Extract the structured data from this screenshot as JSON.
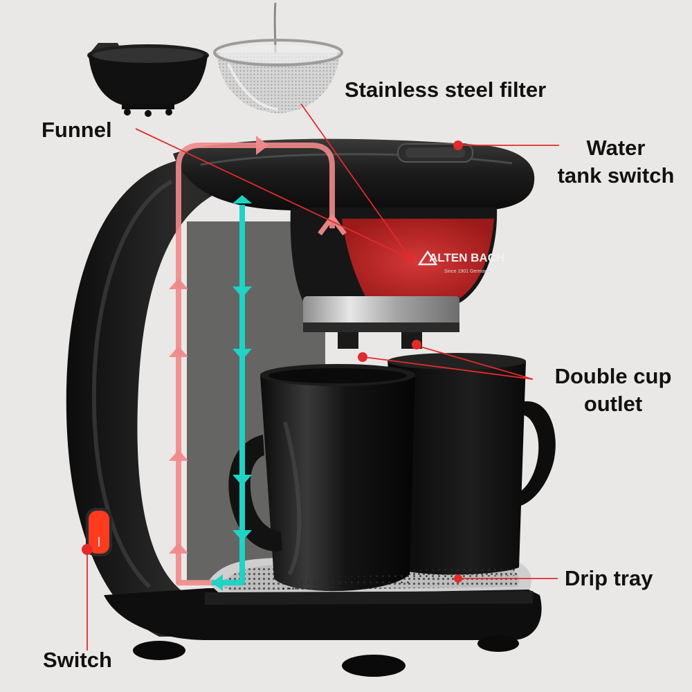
{
  "labels": {
    "filter": "Stainless steel filter",
    "funnel": "Funnel",
    "water_tank_switch": [
      "Water",
      "tank switch"
    ],
    "double_cup_outlet": [
      "Double cup",
      "outlet"
    ],
    "drip_tray": "Drip tray",
    "switch": "Switch"
  },
  "brand": {
    "name": "ALTEN BACH",
    "tagline": "Since 1901 Germany"
  },
  "colors": {
    "background": "#e9e8e6",
    "machine": "#141414",
    "hot_water_path": "#f08a8a",
    "cold_water_path": "#1fd3c5",
    "callout": "#e22b2b",
    "power_switch": "#ff3b1f"
  }
}
